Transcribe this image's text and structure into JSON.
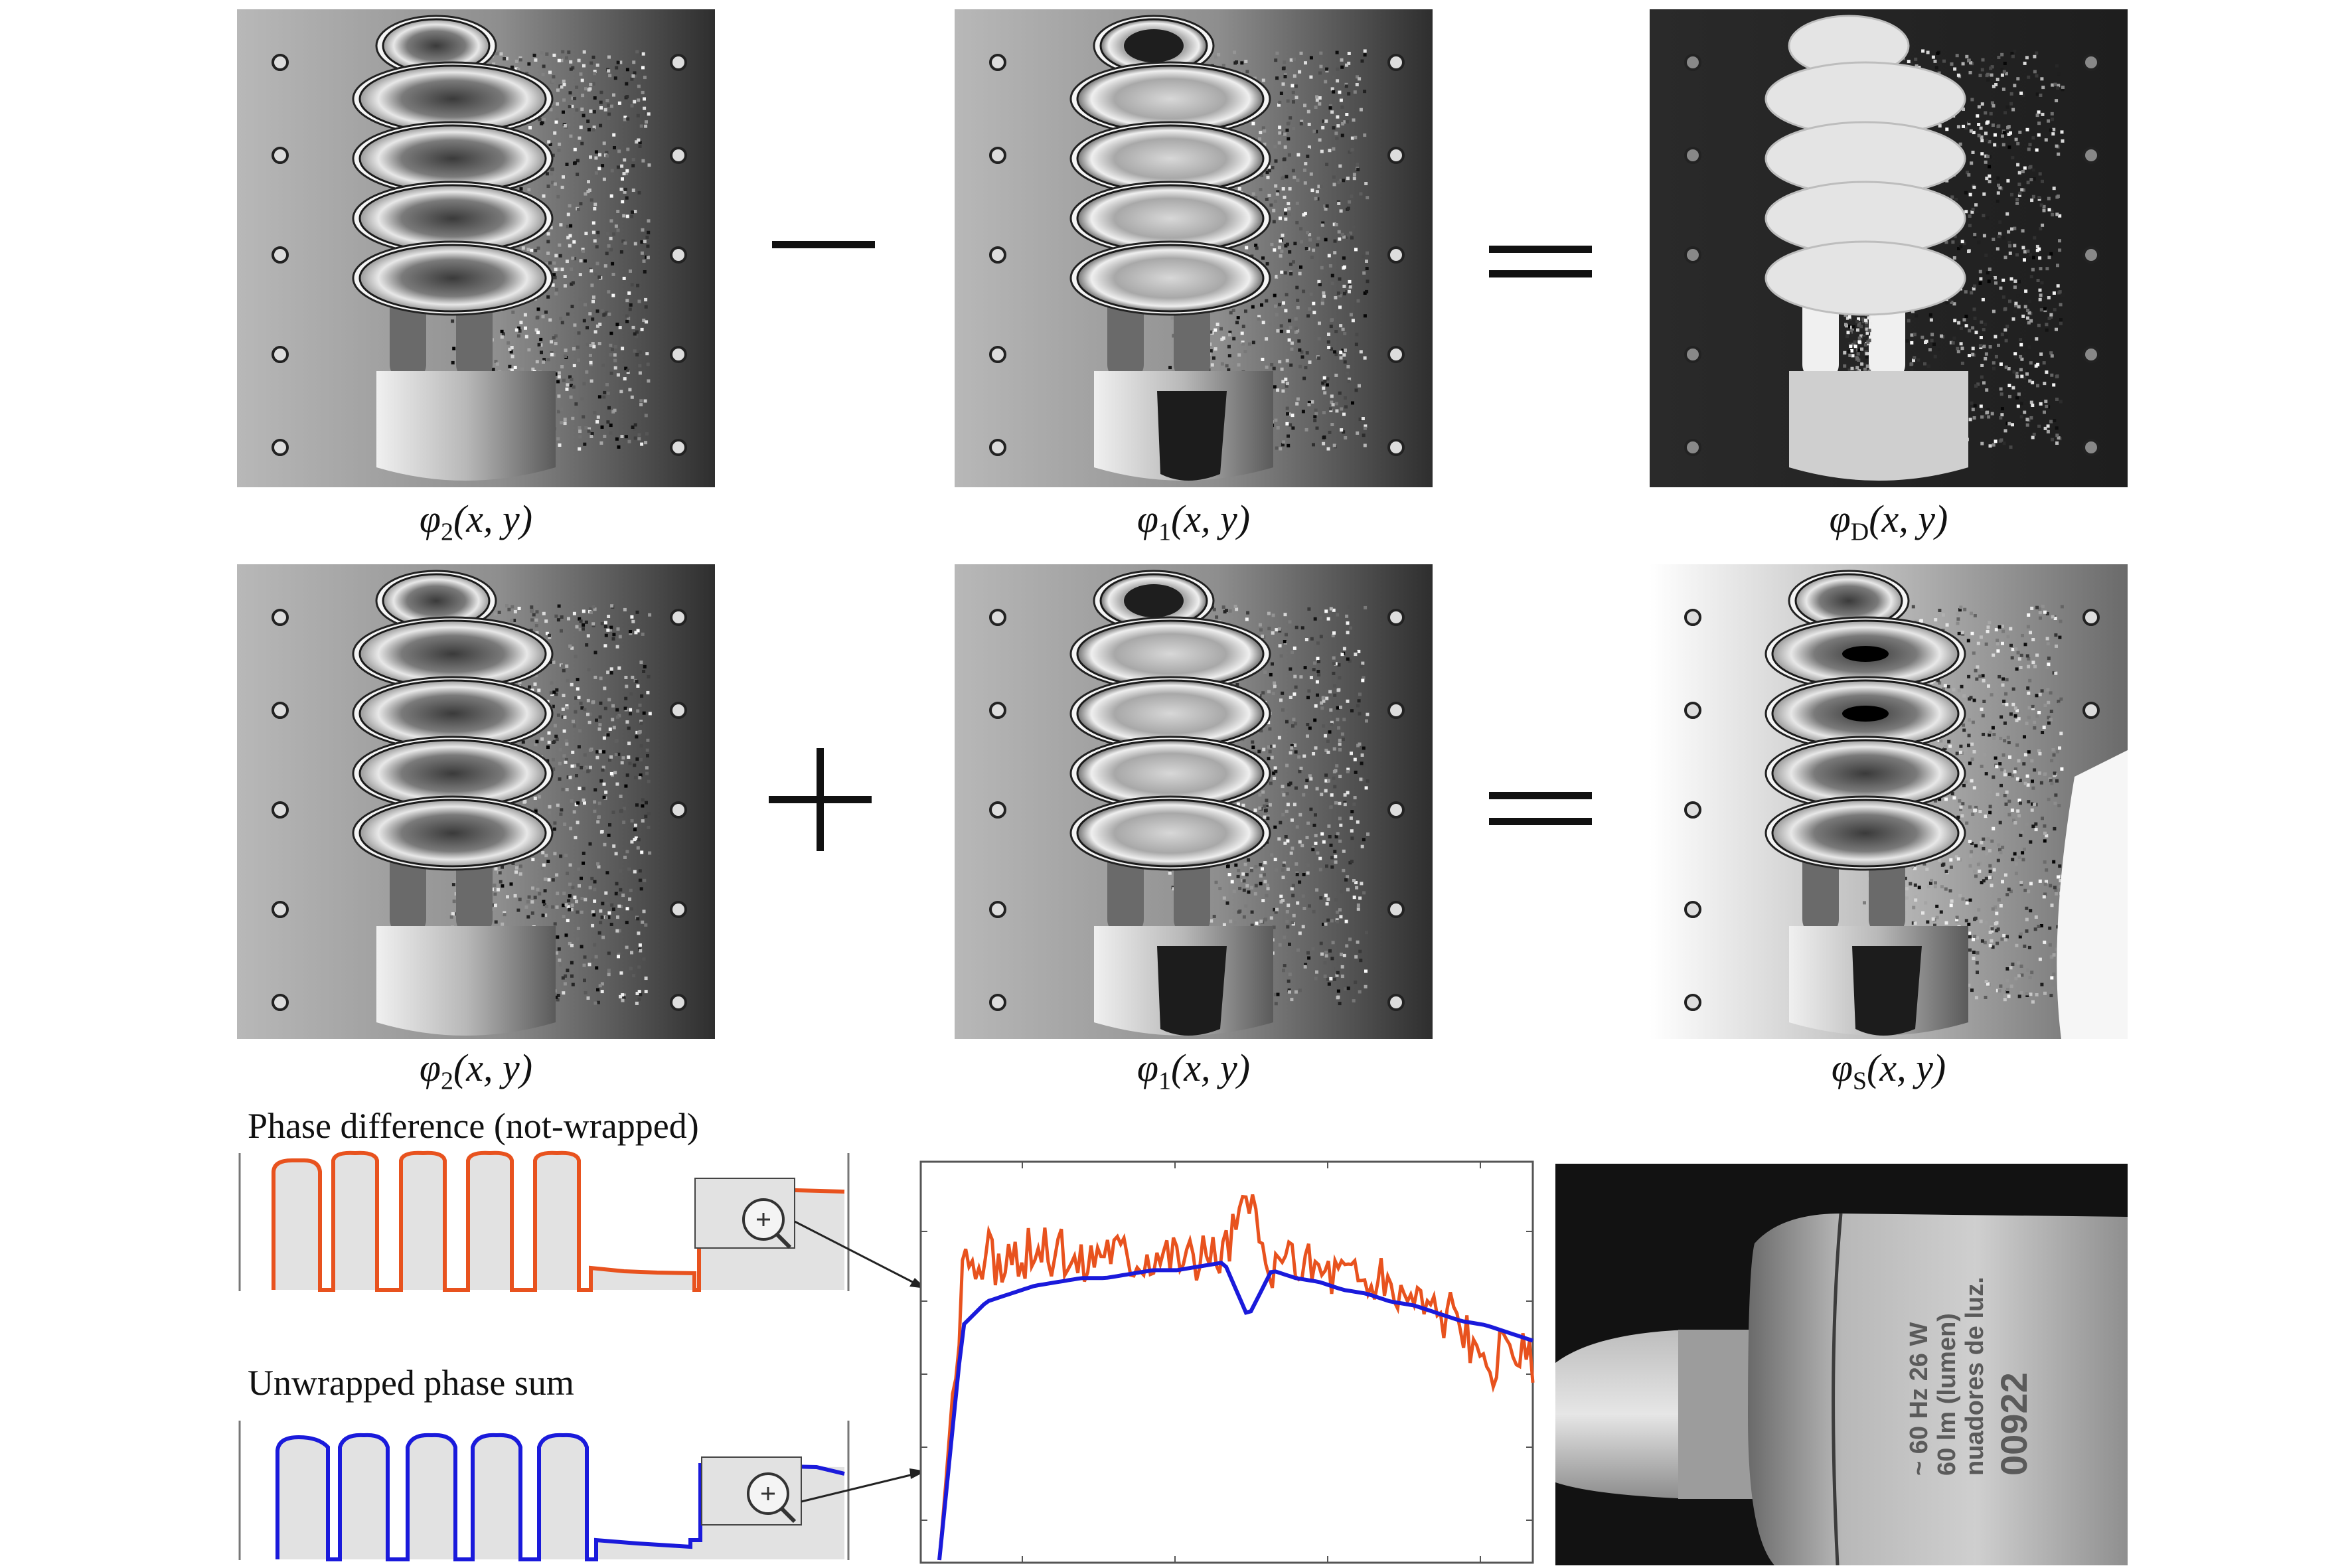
{
  "captions": {
    "top_left": {
      "pre": "φ",
      "sub": "2",
      "post": "(x, y)"
    },
    "top_mid": {
      "pre": "φ",
      "sub": "1",
      "post": "(x, y)"
    },
    "top_right": {
      "pre": "φ",
      "sub": "D",
      "post": "(x, y)"
    },
    "mid_left": {
      "pre": "φ",
      "sub": "2",
      "post": "(x, y)"
    },
    "mid_mid": {
      "pre": "φ",
      "sub": "1",
      "post": "(x, y)"
    },
    "mid_right": {
      "pre": "φ",
      "sub": "S",
      "post": "(x, y)"
    }
  },
  "operators": {
    "row1": "minus",
    "row2": "plus",
    "equals": "equals"
  },
  "plots": {
    "phase_difference_title": "Phase difference (not-wrapped)",
    "unwrapped_sum_title": "Unwrapped phase sum"
  },
  "photo": {
    "label_lines": [
      "~ 60 Hz  26 W",
      "60 lm (lumen)",
      "nuadores de luz.",
      "00922"
    ]
  },
  "colors": {
    "phase_difference_line": "#e8521e",
    "phase_sum_line": "#1a1adb",
    "profile_fill": "#e2e2e2"
  },
  "chart_data": [
    {
      "type": "line",
      "series": [
        {
          "values": [
            0,
            0.85,
            0.85,
            0.85,
            0.85,
            0.85,
            0.05,
            0.07,
            0.5
          ]
        }
      ],
      "x": [
        "hump1",
        "hump2",
        "hump3",
        "hump4",
        "hump5",
        "hump5-end",
        "gap",
        "gap-end",
        "plateau"
      ]
    },
    {
      "type": "line",
      "series": [
        {
          "values": [
            0,
            0.85,
            0.85,
            0.85,
            0.85,
            0.85,
            0.1,
            0.12,
            0.6
          ]
        }
      ],
      "x": [
        "hump1",
        "hump2",
        "hump3",
        "hump4",
        "hump5",
        "hump5-end",
        "gap",
        "gap-end",
        "plateau"
      ]
    },
    {
      "type": "line",
      "series": [
        {
          "values": [
            0.0,
            0.72,
            0.78,
            0.74,
            0.8,
            0.79,
            0.76,
            0.82,
            0.78,
            0.8,
            0.79,
            0.77,
            0.8,
            0.92,
            0.7,
            0.78,
            0.75,
            0.74,
            0.72,
            0.7,
            0.68,
            0.64,
            0.6,
            0.45,
            0.58,
            0.5
          ]
        },
        {
          "values": [
            0.0,
            0.6,
            0.66,
            0.68,
            0.7,
            0.71,
            0.72,
            0.72,
            0.73,
            0.74,
            0.74,
            0.75,
            0.76,
            0.62,
            0.74,
            0.72,
            0.71,
            0.69,
            0.68,
            0.66,
            0.65,
            0.63,
            0.61,
            0.6,
            0.58,
            0.56
          ]
        }
      ]
    }
  ]
}
